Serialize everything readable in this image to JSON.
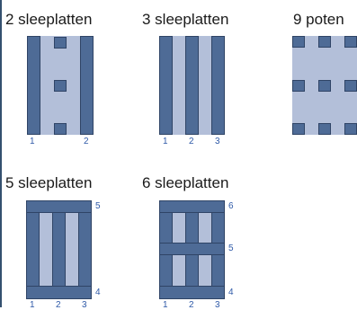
{
  "colors": {
    "pallet_surface": "#b3bfd9",
    "runner": "#4e6b96",
    "runner_border": "#2f4466",
    "numbers": "#2f5aa8",
    "frame": "#34506f"
  },
  "panels": {
    "p2": {
      "title": "2 sleeplatten",
      "labels": {
        "r1": "1",
        "r2": "2"
      }
    },
    "p3": {
      "title": "3 sleeplatten",
      "labels": {
        "r1": "1",
        "r2": "2",
        "r3": "3"
      }
    },
    "p9": {
      "title": "9 poten"
    },
    "p5": {
      "title": "5 sleeplatten",
      "labels": {
        "r1": "1",
        "r2": "2",
        "r3": "3",
        "r4": "4",
        "r5": "5"
      }
    },
    "p6": {
      "title": "6 sleeplatten",
      "labels": {
        "r1": "1",
        "r2": "2",
        "r3": "3",
        "r4": "4",
        "r5": "5",
        "r6": "6"
      }
    }
  }
}
